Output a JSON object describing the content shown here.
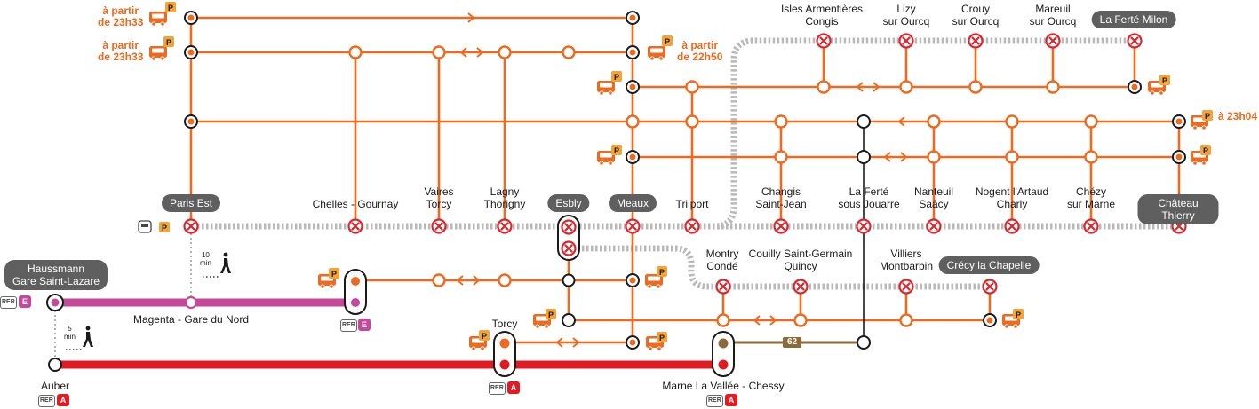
{
  "stations_top": [
    {
      "id": "paris-est",
      "name": "Paris Est",
      "pill": true
    },
    {
      "id": "chelles",
      "name": "Chelles - Gournay"
    },
    {
      "id": "vaires",
      "name": "Vaires\nTorcy"
    },
    {
      "id": "lagny",
      "name": "Lagny\nThorigny"
    },
    {
      "id": "esbly",
      "name": "Esbly",
      "pill": true
    },
    {
      "id": "meaux",
      "name": "Meaux",
      "pill": true
    },
    {
      "id": "trilport",
      "name": "Trilport"
    },
    {
      "id": "changis",
      "name": "Changis\nSaint-Jean"
    },
    {
      "id": "ferte-jouarre",
      "name": "La Ferté\nsous Jouarre"
    },
    {
      "id": "nanteuil",
      "name": "Nanteuil\nSaâcy"
    },
    {
      "id": "nogent",
      "name": "Nogent l'Artaud\nCharly"
    },
    {
      "id": "chezy",
      "name": "Chézy\nsur Marne"
    },
    {
      "id": "chateau-thierry",
      "name": "Château Thierry",
      "pill": true
    }
  ],
  "stations_ourcq": [
    {
      "id": "isles",
      "name": "Isles Armentières\nCongis"
    },
    {
      "id": "lizy",
      "name": "Lizy\nsur Ourcq"
    },
    {
      "id": "crouy",
      "name": "Crouy\nsur Ourcq"
    },
    {
      "id": "mareuil",
      "name": "Mareuil\nsur Ourcq"
    },
    {
      "id": "ferte-milon",
      "name": "La Ferté Milon",
      "pill": true
    }
  ],
  "stations_crecy": [
    {
      "id": "montry",
      "name": "Montry\nCondé"
    },
    {
      "id": "couilly",
      "name": "Couilly Saint-Germain\nQuincy"
    },
    {
      "id": "villiers",
      "name": "Villiers\nMontbarbin"
    },
    {
      "id": "crecy",
      "name": "Crécy la Chapelle",
      "pill": true
    }
  ],
  "rer_stations": [
    {
      "id": "haussmann",
      "name": "Haussmann\nGare Saint-Lazare",
      "pill": true
    },
    {
      "id": "magenta",
      "name": "Magenta - Gare du Nord"
    },
    {
      "id": "auber",
      "name": "Auber"
    },
    {
      "id": "torcy",
      "name": "Torcy"
    },
    {
      "id": "chessy",
      "name": "Marne La Vallée - Chessy"
    }
  ],
  "notes": {
    "from_2333_a": "à partir\nde 23h33",
    "from_2333_b": "à partir\nde 23h33",
    "from_2250": "à partir\nde 22h50",
    "from_2304": "à 23h04"
  },
  "walks": {
    "w10": "10\nmin",
    "w5": "5\nmin"
  },
  "badges": {
    "p": "P",
    "rer": "RER",
    "e": "E",
    "a": "A",
    "bus_line": "62"
  },
  "colors": {
    "bus": "#ee6a1e",
    "rer_e": "#c6489a",
    "rer_a": "#e21a22",
    "rail": "#b9b9b9",
    "line62": "#8a6a3b",
    "closed": "#d9272e"
  },
  "icons": [
    "bus-icon",
    "parking-icon",
    "train-icon",
    "walking-person-icon",
    "closed-station-icon",
    "bidirectional-arrow-icon",
    "direction-arrow-icon"
  ]
}
